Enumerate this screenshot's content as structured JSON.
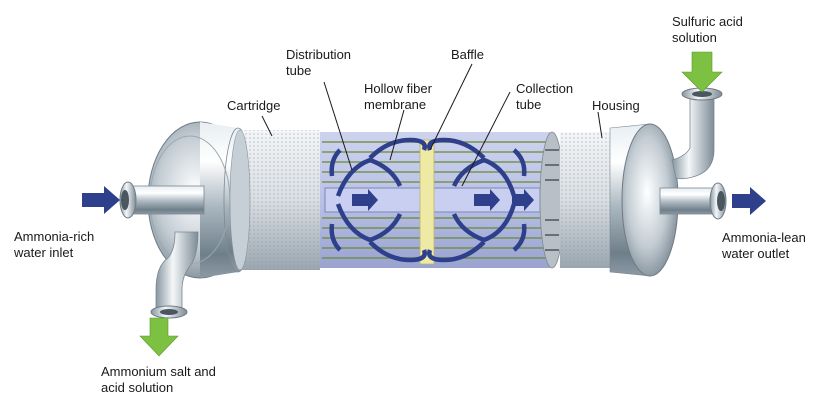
{
  "labels": {
    "distribution_tube": [
      "Distribution",
      "tube"
    ],
    "baffle": "Baffle",
    "hollow_fiber_membrane": [
      "Hollow fiber",
      "membrane"
    ],
    "collection_tube": [
      "Collection",
      "tube"
    ],
    "cartridge": "Cartridge",
    "housing": "Housing",
    "sulfuric_acid_solution": [
      "Sulfuric acid",
      "solution"
    ],
    "ammonia_rich_water_inlet": [
      "Ammonia-rich",
      "water inlet"
    ],
    "ammonia_lean_water_outlet": [
      "Ammonia-lean",
      "water outlet"
    ],
    "ammonium_salt_and_acid_solution": [
      "Ammonium salt and",
      "acid solution"
    ]
  },
  "colors": {
    "flow_arrow_blue": "#2e3f8c",
    "acid_arrow_green": "#7cc142",
    "steel": "#b8c4cc",
    "membrane_green": "#6a8a3a",
    "baffle_yellow": "#efe9a6"
  }
}
